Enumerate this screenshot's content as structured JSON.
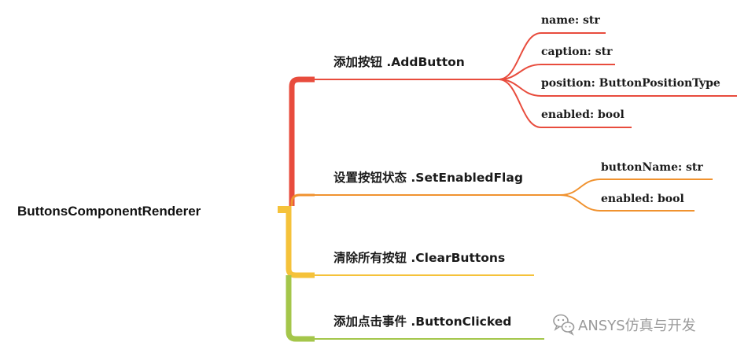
{
  "root": {
    "label": "ButtonsComponentRenderer"
  },
  "branches": [
    {
      "label": "添加按钮 .AddButton",
      "color": "#e84c3d",
      "leaves": [
        "name: str",
        "caption: str",
        "position: ButtonPositionType",
        "enabled: bool"
      ]
    },
    {
      "label": "设置按钮状态 .SetEnabledFlag",
      "color": "#f0922f",
      "leaves": [
        "buttonName: str",
        "enabled: bool"
      ]
    },
    {
      "label": "清除所有按钮 .ClearButtons",
      "color": "#f5c23a",
      "leaves": []
    },
    {
      "label": "添加点击事件 .ButtonClicked",
      "color": "#a4c64a",
      "leaves": []
    }
  ],
  "watermark": {
    "text": "ANSYS仿真与开发",
    "icon": "wechat-icon"
  }
}
